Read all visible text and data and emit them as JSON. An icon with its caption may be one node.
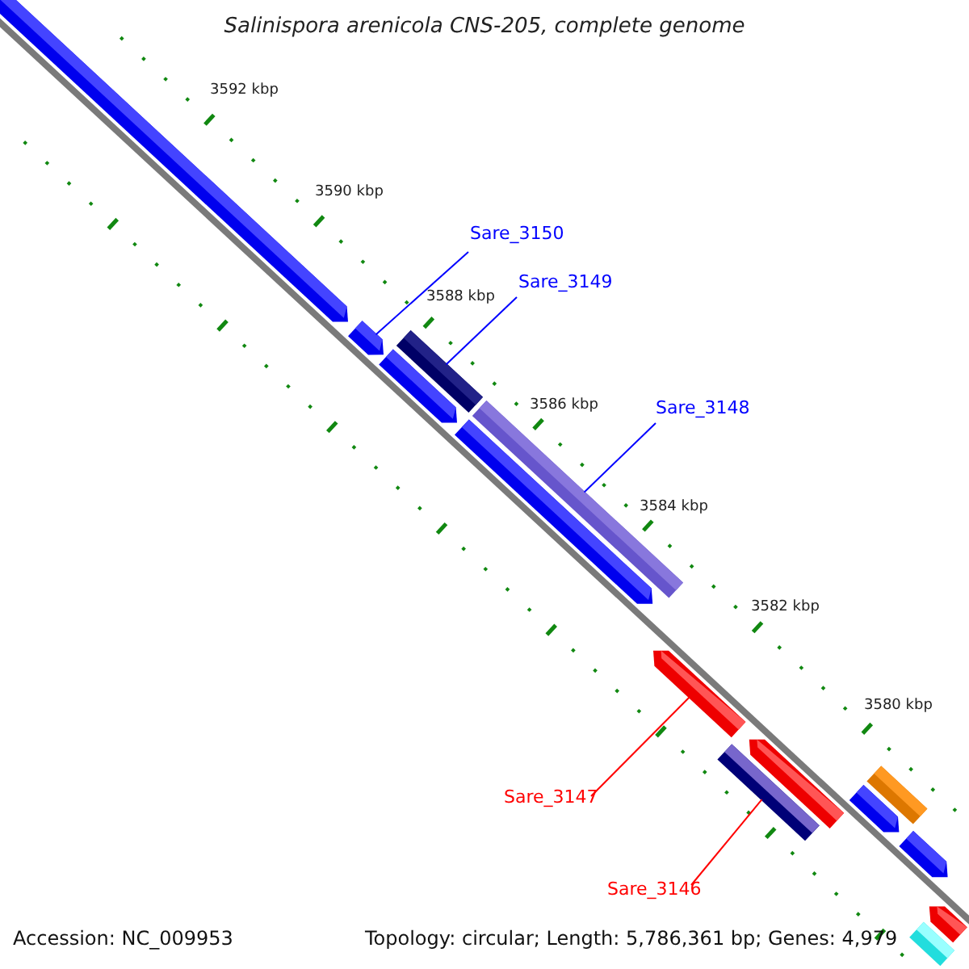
{
  "diagram": {
    "title": "Salinispora arenicola CNS-205, complete genome",
    "nodes": [
      {
        "text": [
          "Sare_3150"
        ]
      },
      {
        "text": [
          "Sare_3149"
        ]
      },
      {
        "text": [
          "Sare_3148"
        ]
      },
      {
        "text": [
          "Sare_3147"
        ]
      },
      {
        "text": [
          "Sare_3146"
        ]
      },
      {
        "text": [],
        "shape": "arrow"
      },
      {
        "text": [],
        "shape": "arrow"
      },
      {
        "text": [],
        "shape": "bar"
      },
      {
        "text": [],
        "shape": "arrow"
      },
      {
        "text": [],
        "shape": "bar"
      },
      {
        "text": [],
        "shape": "arrow"
      },
      {
        "text": [],
        "shape": "arrow"
      },
      {
        "text": [],
        "shape": "bar"
      },
      {
        "text": [],
        "shape": "arrow"
      },
      {
        "text": [],
        "shape": "bar"
      },
      {
        "text": [],
        "shape": "arrow"
      },
      {
        "text": [],
        "shape": "arrow"
      },
      {
        "text": [],
        "shape": "arrow"
      },
      {
        "text": [],
        "shape": "bar"
      }
    ],
    "edges": [
      {
        "from": 0,
        "to": 6,
        "arrow": "none"
      },
      {
        "from": 1,
        "to": 7,
        "arrow": "none"
      },
      {
        "from": 2,
        "to": 9,
        "arrow": "none"
      },
      {
        "from": 3,
        "to": 11,
        "arrow": "none",
        "color": "#ff0000"
      },
      {
        "from": 4,
        "to": 12,
        "arrow": "none",
        "color": "#ff0000"
      }
    ],
    "labels": [
      "3592 kbp",
      "3590 kbp",
      "3588 kbp",
      "3586 kbp",
      "3584 kbp",
      "3582 kbp",
      "3580 kbp",
      "Accession: NC_009953",
      "Topology: circular; Length: 5,786,361 bp; Genes: 4,979"
    ]
  }
}
